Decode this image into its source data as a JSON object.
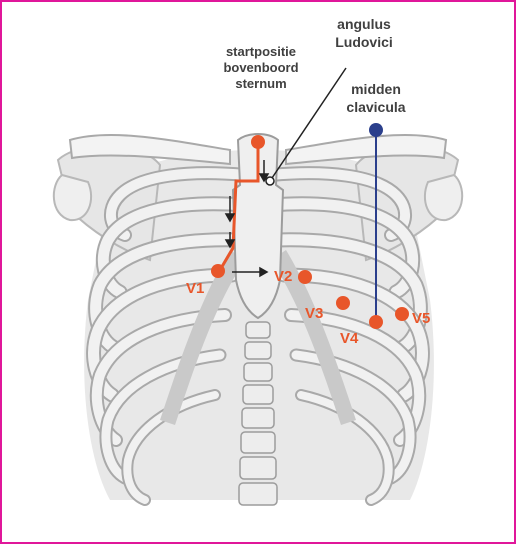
{
  "labels": {
    "startpositie": [
      "startpositie",
      "bovenboord",
      "sternum"
    ],
    "angulus": [
      "angulus",
      "Ludovici"
    ],
    "midden": [
      "midden",
      "clavicula"
    ]
  },
  "electrodes": {
    "v1": "V1",
    "v2": "V2",
    "v3": "V3",
    "v4": "V4",
    "v5": "V5"
  },
  "colors": {
    "border": "#e0179a",
    "electrode": "#e8562a",
    "guideline": "#2b3f8c",
    "bone": "#f1f1f1",
    "shadow": "#c8c8c8",
    "text": "#404040"
  }
}
